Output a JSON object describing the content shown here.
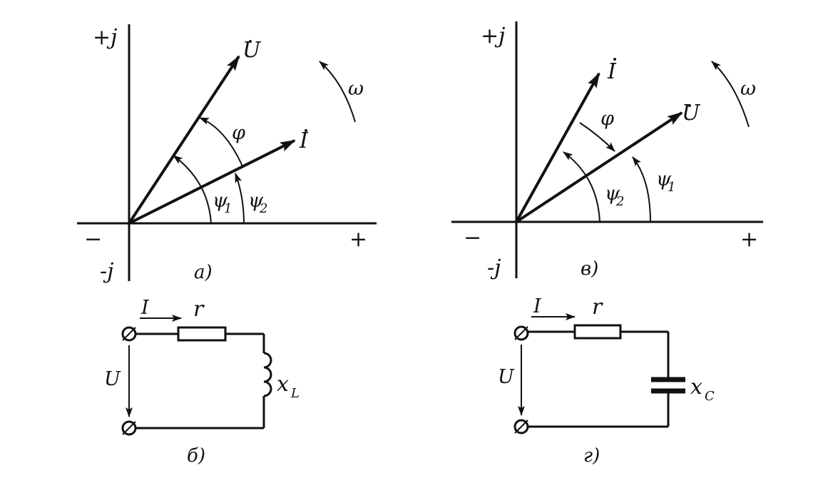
{
  "diagram_a": {
    "axis_pos_imag": "+j",
    "axis_neg_imag": "-j",
    "axis_pos_real": "+",
    "axis_neg_real": "−",
    "voltage_label": "U",
    "current_label": "I",
    "phi_label": "φ",
    "psi1_label": "ψ",
    "psi1_sub": "1",
    "psi2_label": "ψ",
    "psi2_sub": "2",
    "omega_label": "ω",
    "caption": "a)"
  },
  "diagram_b": {
    "current_label": "I",
    "resistor_label": "r",
    "voltage_label": "U",
    "reactance_label": "x",
    "reactance_sub": "L",
    "caption": "б)"
  },
  "diagram_v": {
    "axis_pos_imag": "+j",
    "axis_neg_imag": "-j",
    "axis_pos_real": "+",
    "axis_neg_real": "−",
    "current_label": "I",
    "voltage_label": "U",
    "phi_label": "φ",
    "psi2_label": "ψ",
    "psi2_sub": "2",
    "psi1_label": "ψ",
    "psi1_sub": "1",
    "omega_label": "ω",
    "caption": "в)"
  },
  "diagram_g": {
    "current_label": "I",
    "resistor_label": "r",
    "voltage_label": "U",
    "reactance_label": "x",
    "reactance_sub": "C",
    "caption": "г)"
  }
}
